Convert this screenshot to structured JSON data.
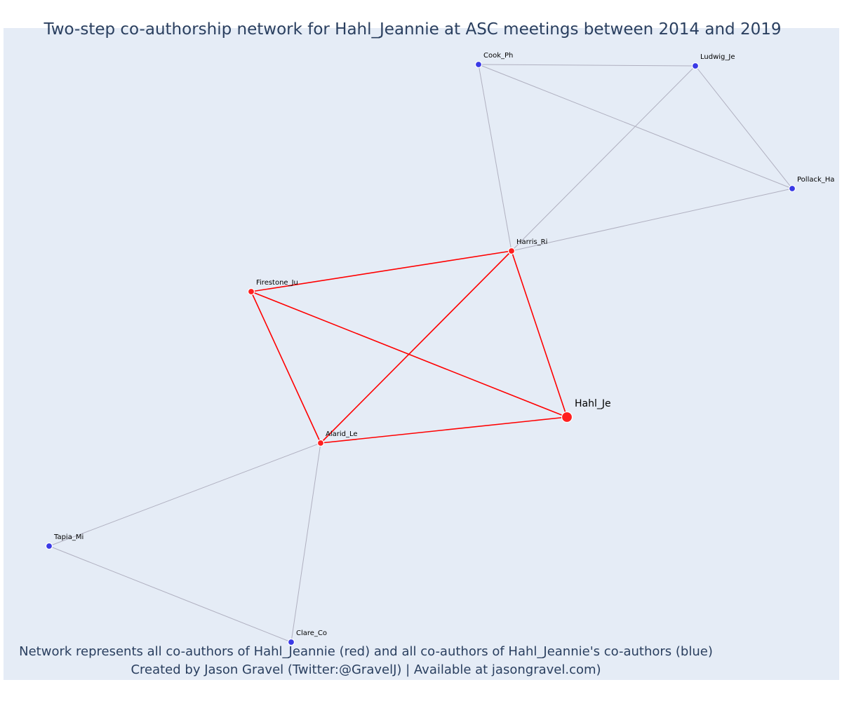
{
  "title": "Two-step co-authorship network for Hahl_Jeannie at ASC meetings between 2014 and 2019",
  "caption": {
    "line1": "Network represents all co-authors of Hahl_Jeannie (red) and all co-authors of Hahl_Jeannie's co-authors (blue)",
    "line2": "Created by Jason Gravel (Twitter:@GravelJ) | Available at jasongravel.com)"
  },
  "colors": {
    "plot_background": "#e5ecf6",
    "first_step_node": "#ff1f1f",
    "second_step_node": "#3a3ae6",
    "first_step_edge": "#ff0000",
    "second_step_edge": "#b0b0c0",
    "text": "#2a3f5f"
  },
  "nodes": [
    {
      "id": "Hahl_Je",
      "label": "Hahl_Je",
      "group": "focal"
    },
    {
      "id": "Harris_Ri",
      "label": "Harris_Ri",
      "group": "coauthor"
    },
    {
      "id": "Firestone_Ju",
      "label": "Firestone_Ju",
      "group": "coauthor"
    },
    {
      "id": "Alarid_Le",
      "label": "Alarid_Le",
      "group": "coauthor"
    },
    {
      "id": "Cook_Ph",
      "label": "Cook_Ph",
      "group": "second"
    },
    {
      "id": "Ludwig_Je",
      "label": "Ludwig_Je",
      "group": "second"
    },
    {
      "id": "Pollack_Ha",
      "label": "Pollack_Ha",
      "group": "second"
    },
    {
      "id": "Tapia_Mi",
      "label": "Tapia_Mi",
      "group": "second"
    },
    {
      "id": "Clare_Co",
      "label": "Clare_Co",
      "group": "second"
    }
  ],
  "edges": [
    {
      "source": "Hahl_Je",
      "target": "Harris_Ri",
      "type": "first"
    },
    {
      "source": "Hahl_Je",
      "target": "Firestone_Ju",
      "type": "first"
    },
    {
      "source": "Hahl_Je",
      "target": "Alarid_Le",
      "type": "first"
    },
    {
      "source": "Harris_Ri",
      "target": "Firestone_Ju",
      "type": "first"
    },
    {
      "source": "Harris_Ri",
      "target": "Alarid_Le",
      "type": "first"
    },
    {
      "source": "Firestone_Ju",
      "target": "Alarid_Le",
      "type": "first"
    },
    {
      "source": "Cook_Ph",
      "target": "Ludwig_Je",
      "type": "second"
    },
    {
      "source": "Cook_Ph",
      "target": "Pollack_Ha",
      "type": "second"
    },
    {
      "source": "Cook_Ph",
      "target": "Harris_Ri",
      "type": "second"
    },
    {
      "source": "Ludwig_Je",
      "target": "Pollack_Ha",
      "type": "second"
    },
    {
      "source": "Ludwig_Je",
      "target": "Harris_Ri",
      "type": "second"
    },
    {
      "source": "Pollack_Ha",
      "target": "Harris_Ri",
      "type": "second"
    },
    {
      "source": "Alarid_Le",
      "target": "Tapia_Mi",
      "type": "second"
    },
    {
      "source": "Alarid_Le",
      "target": "Clare_Co",
      "type": "second"
    },
    {
      "source": "Tapia_Mi",
      "target": "Clare_Co",
      "type": "second"
    }
  ]
}
